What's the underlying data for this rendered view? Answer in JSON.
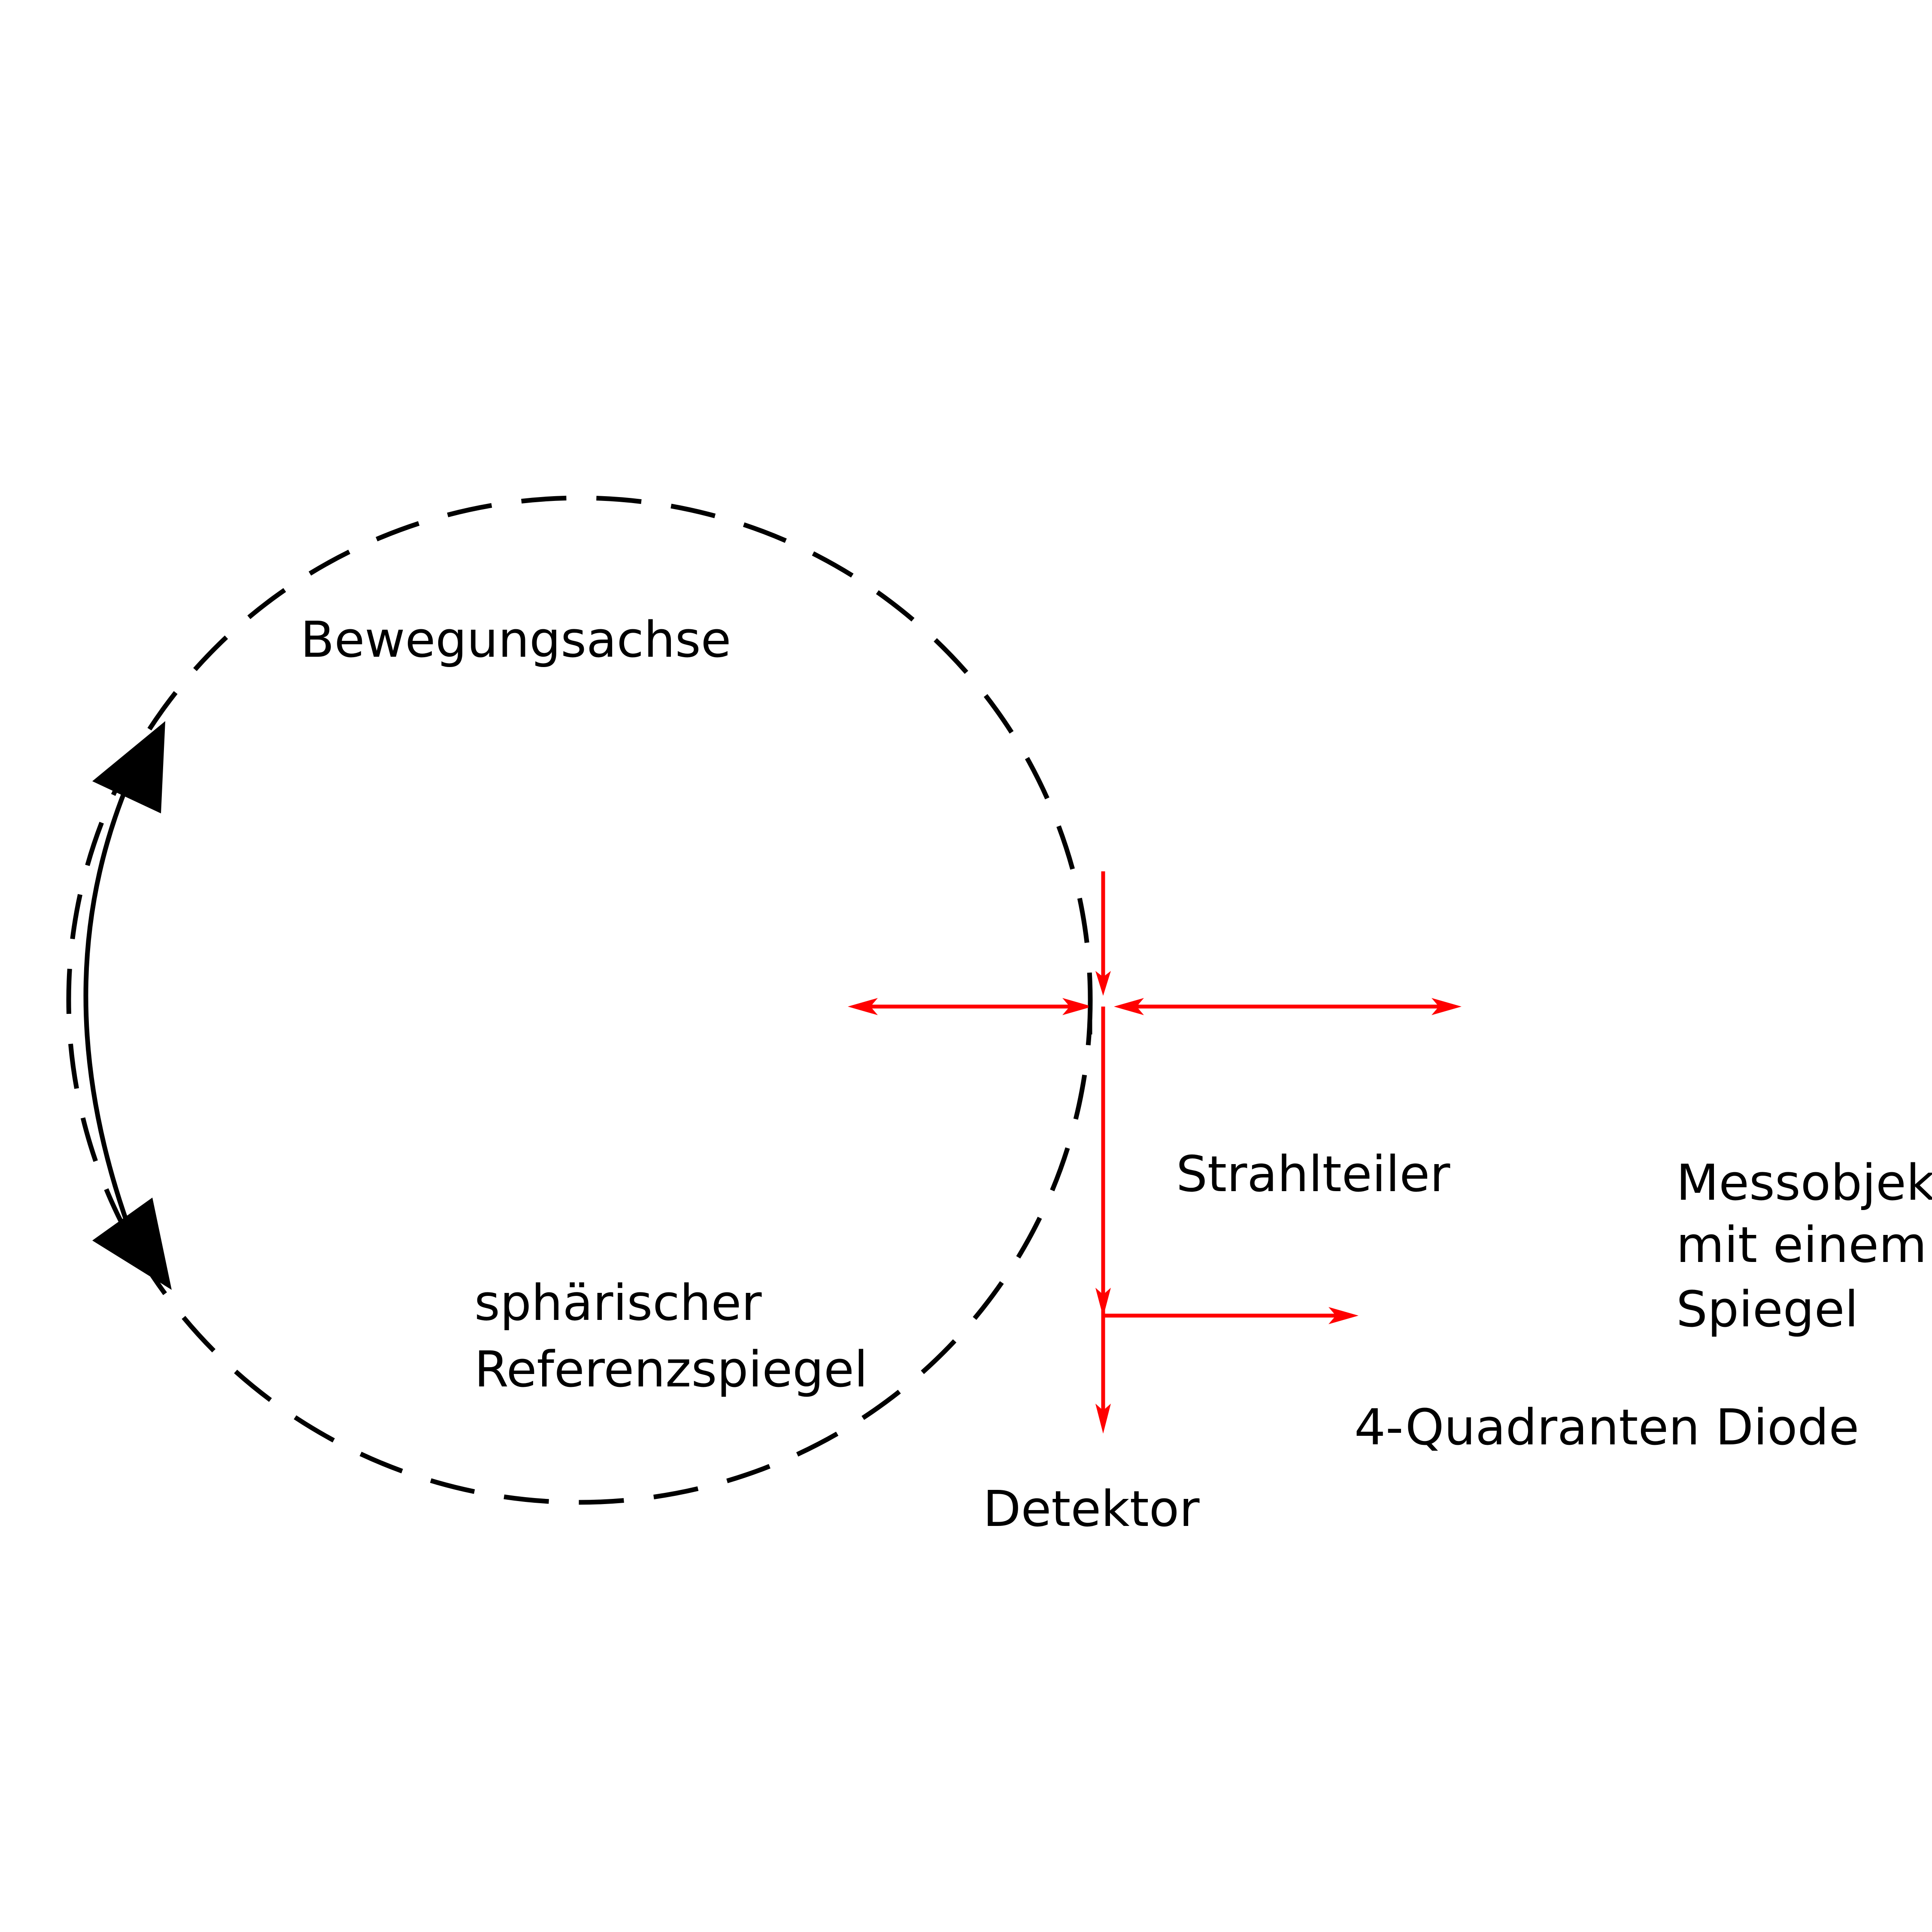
{
  "labels": {
    "movement_axis": "Bewegungsachse",
    "reference_mirror_line1": "sphärischer",
    "reference_mirror_line2": "Referenzspiegel",
    "beam_splitter": "Strahlteiler",
    "object_line1": "Messobjekt",
    "object_line2": "mit einem",
    "object_line3": "Spiegel",
    "quadrant_diode": "4-Quadranten Diode",
    "detector": "Detektor"
  },
  "colors": {
    "beam": "#ff0000",
    "ink": "#000000",
    "background": "#ffffff"
  }
}
